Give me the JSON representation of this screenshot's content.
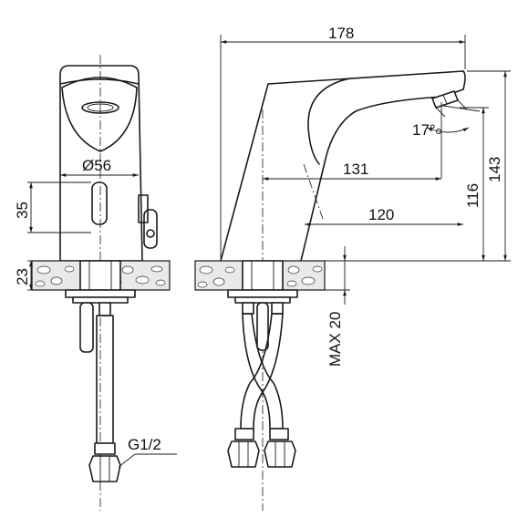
{
  "dimensions": {
    "total_length": "178",
    "diameter": "Ø56",
    "sensor_height": "35",
    "base_height": "23",
    "spout_reach_outer": "131",
    "spout_reach_inner": "120",
    "spout_height": "116",
    "total_height": "143",
    "spout_angle": "17°",
    "max_thickness": "MAX 20",
    "thread": "G1/2"
  }
}
